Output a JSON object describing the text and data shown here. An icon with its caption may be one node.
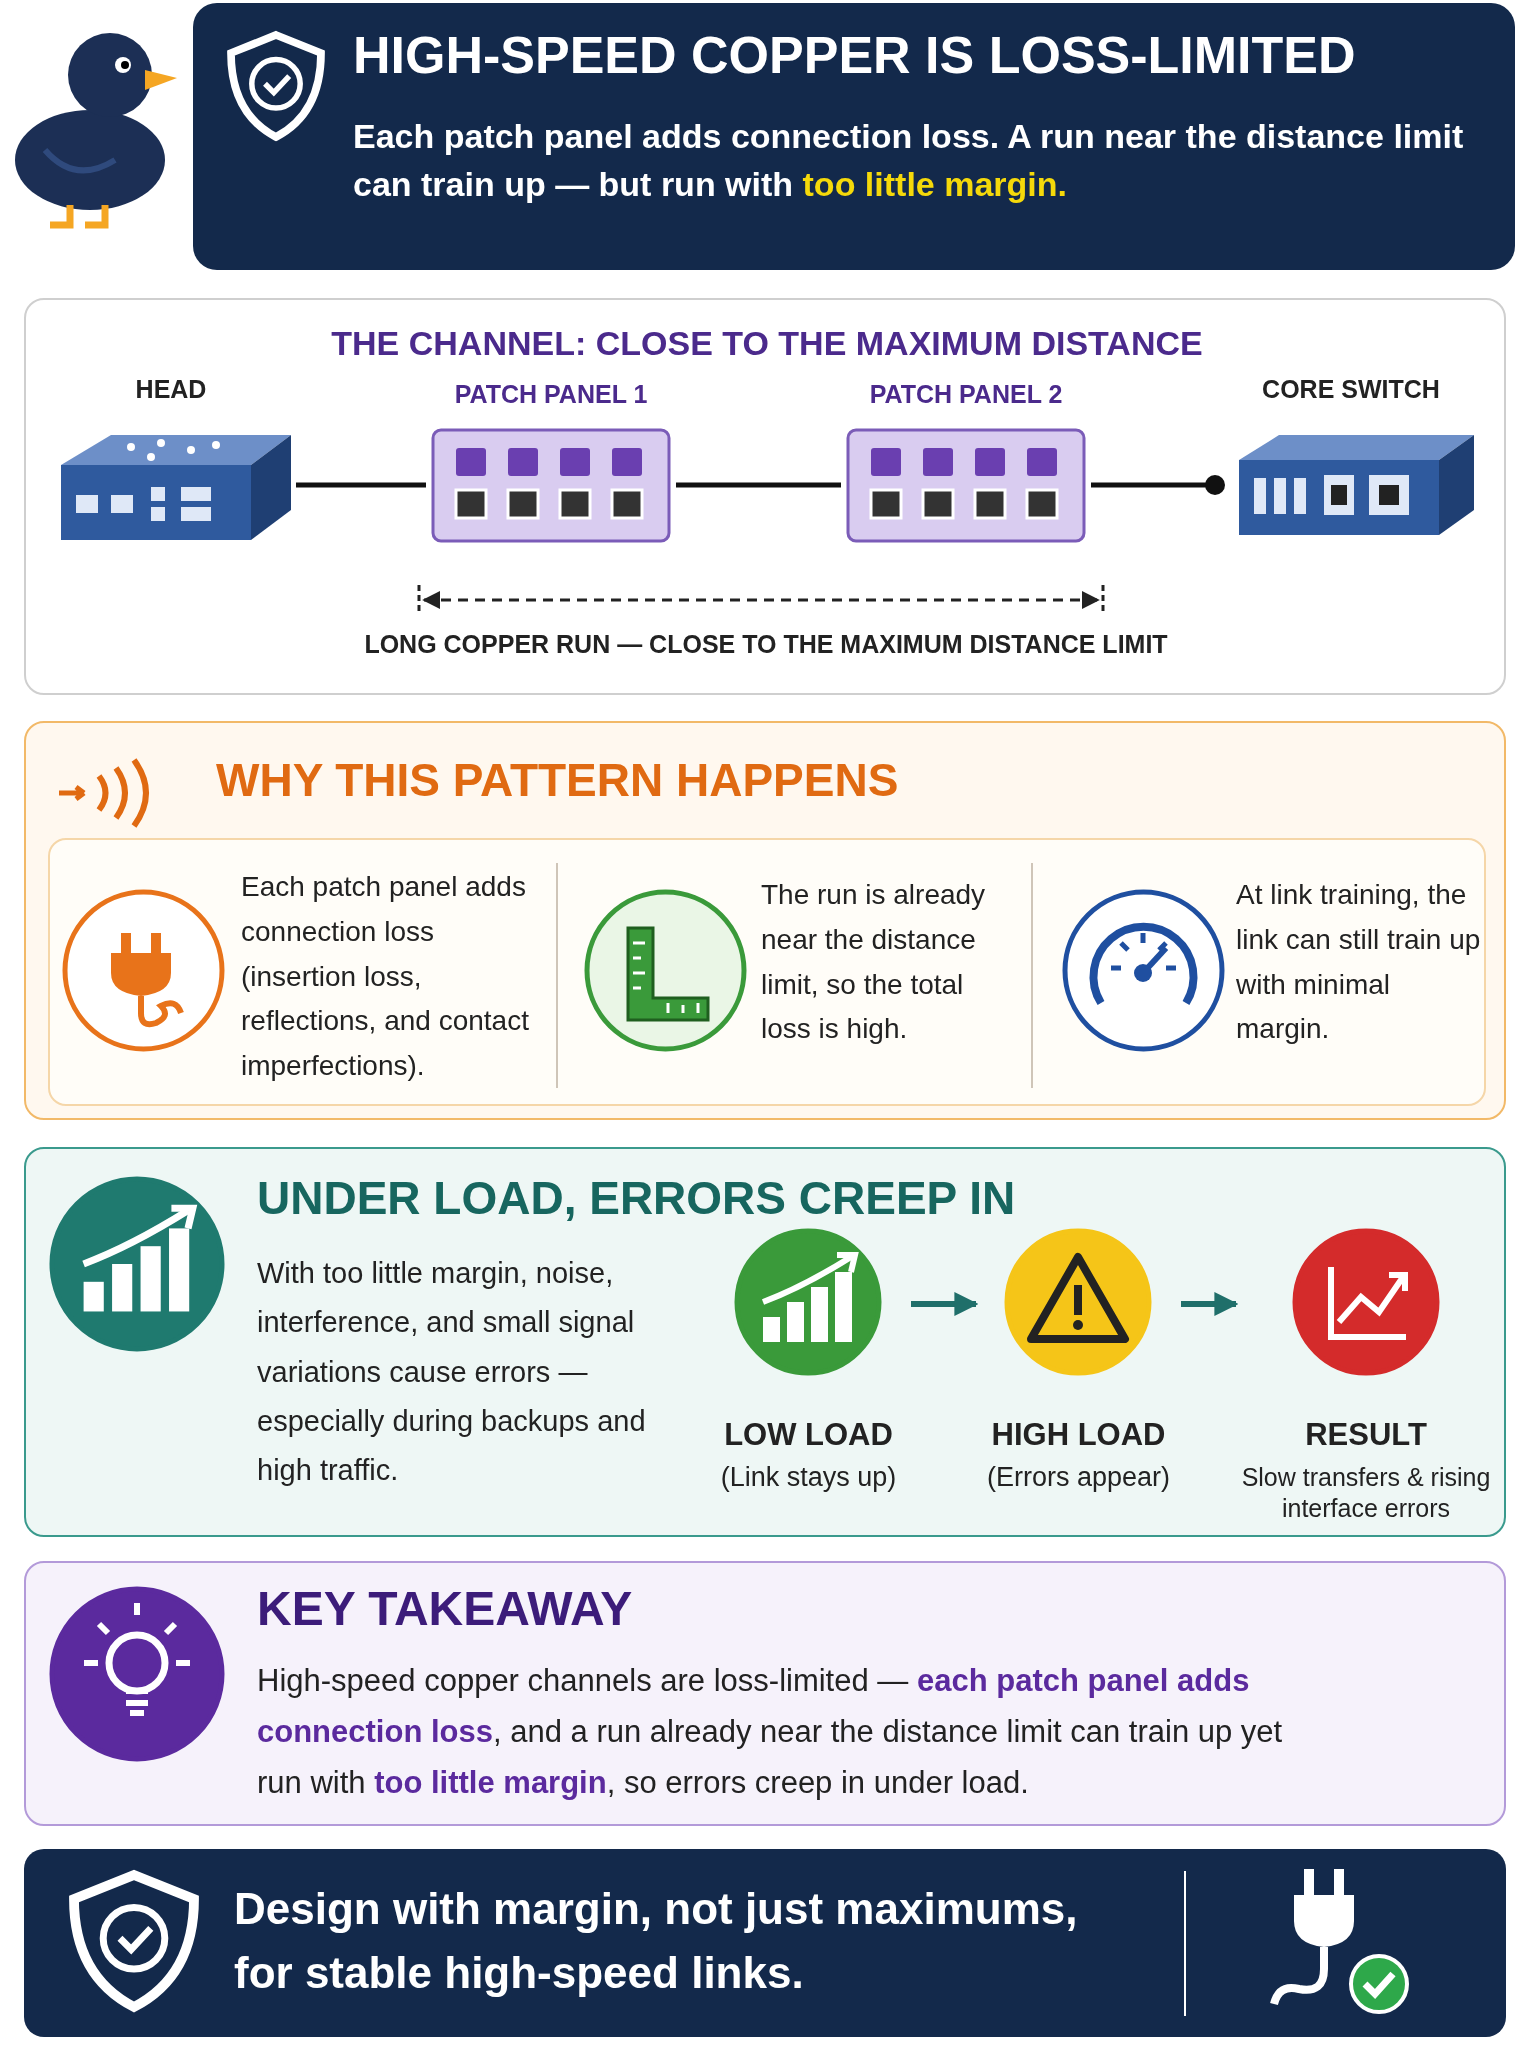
{
  "diagram": {
    "nodes": [
      {
        "text": [
          "HIGH-SPEED COPPER IS LOSS-LIMITED",
          "Each patch panel adds connection loss. A run near the distance limit can train up — but run with **too little margin.**"
        ]
      },
      {
        "text": [
          "THE CHANNEL: CLOSE TO THE MAXIMUM DISTANCE"
        ]
      },
      {
        "text": [
          "HEAD"
        ],
        "in": 1
      },
      {
        "text": [
          "PATCH PANEL 1"
        ],
        "in": 1
      },
      {
        "text": [
          "PATCH PANEL 2"
        ],
        "in": 1
      },
      {
        "text": [
          "CORE SWITCH"
        ],
        "in": 1
      },
      {
        "text": [
          "WHY THIS PATTERN HAPPENS"
        ]
      },
      {
        "text": [
          "Each patch panel adds connection loss (insertion loss, reflections, and contact imperfections)."
        ],
        "in": 6
      },
      {
        "text": [
          "The run is already near the distance limit, so the total loss is high."
        ],
        "in": 6
      },
      {
        "text": [
          "At link training, the link can still train up with minimal margin."
        ],
        "in": 6
      },
      {
        "text": [
          "UNDER LOAD, ERRORS CREEP IN",
          "With too little margin, noise, interference, and small signal variations cause errors — especially during backups and high traffic."
        ]
      },
      {
        "text": [
          "LOW LOAD",
          "(Link stays up)"
        ],
        "in": 10
      },
      {
        "text": [
          "HIGH LOAD",
          "(Errors appear)"
        ],
        "in": 10
      },
      {
        "text": [
          "RESULT",
          "Slow transfers & rising interface errors"
        ],
        "in": 10
      },
      {
        "text": [
          "KEY TAKEAWAY",
          "High-speed copper channels are loss-limited — **each patch panel adds connection loss**, and a run already near the distance limit can train up yet run with **too little margin**, so errors creep in under load."
        ]
      },
      {
        "text": [
          "Design with margin, not just maximums, for stable high-speed links."
        ]
      }
    ],
    "edges": [
      {
        "from": 2,
        "to": 3,
        "arrow": "none"
      },
      {
        "from": 3,
        "to": 4,
        "arrow": "none"
      },
      {
        "from": 4,
        "to": 5,
        "arrow": "other"
      },
      {
        "from": 11,
        "to": 12,
        "arrow": "to",
        "color": "#1f6f6a"
      },
      {
        "from": 12,
        "to": 13,
        "arrow": "to",
        "color": "#1f6f6a"
      }
    ],
    "labels": [
      "LONG COPPER RUN — CLOSE TO THE MAXIMUM DISTANCE LIMIT"
    ]
  }
}
